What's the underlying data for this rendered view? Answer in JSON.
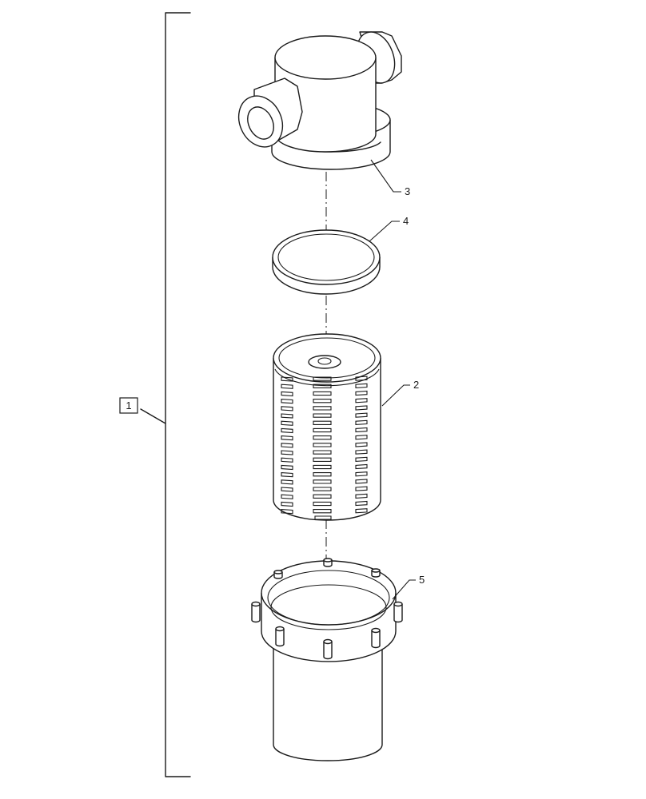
{
  "diagram": {
    "assembly_label": "1",
    "callouts": [
      {
        "id": "filter-head",
        "number": "3"
      },
      {
        "id": "seal-ring",
        "number": "4"
      },
      {
        "id": "filter-element",
        "number": "2"
      },
      {
        "id": "filter-bowl",
        "number": "5"
      }
    ]
  }
}
